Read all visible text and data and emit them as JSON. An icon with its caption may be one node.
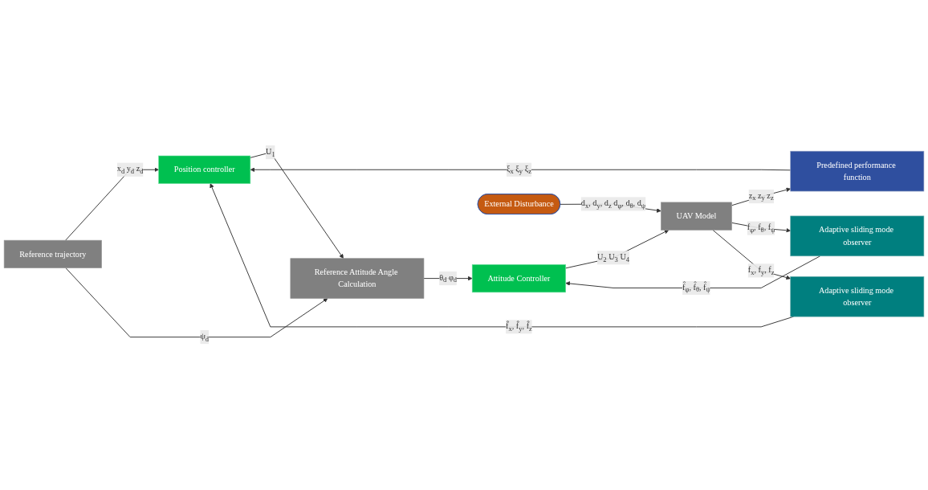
{
  "diagram": {
    "nodes": [
      {
        "text": [
          "Reference trajectory"
        ]
      },
      {
        "text": [
          "Predefined performance function"
        ]
      },
      {
        "text": [
          "Position controller"
        ]
      },
      {
        "text": [
          "Reference Attitude Angle Calculation"
        ]
      },
      {
        "text": [
          "Attitude Controller"
        ]
      },
      {
        "text": [
          "UAV Model"
        ]
      },
      {
        "text": [
          "Adaptive sliding mode observer"
        ]
      },
      {
        "text": [
          "Adaptive sliding mode observer"
        ]
      },
      {
        "text": [
          "External Disturbance"
        ]
      }
    ],
    "edges": [
      {
        "from": 0,
        "to": 2,
        "arrow": "to",
        "label": "x$_{d}$ y$_{d}$ z$_{d}$"
      },
      {
        "from": 1,
        "to": 2,
        "arrow": "to",
        "label": "ξ$_{x}$ ξ$_{y}$ ξ$_{z}$"
      },
      {
        "from": 2,
        "to": 3,
        "arrow": "to",
        "label": "U$_{1}$"
      },
      {
        "from": 0,
        "to": 3,
        "arrow": "to",
        "label": "ψ$_{d}$"
      },
      {
        "from": 3,
        "to": 4,
        "arrow": "to",
        "label": "θ$_{d}$ φ$_{d}$"
      },
      {
        "from": 4,
        "to": 5,
        "arrow": "to",
        "label": "U$_{2}$ U$_{3}$ U$_{4}$"
      },
      {
        "from": 5,
        "to": 1,
        "arrow": "to",
        "label": "z$_{x}$ z$_{y}$ z$_{z}$"
      },
      {
        "from": 6,
        "to": 2,
        "arrow": "to",
        "label": "f̂$_{x}$, f̂$_{y}$, f̂$_{z}$"
      },
      {
        "from": 7,
        "to": 4,
        "arrow": "to",
        "label": "f̂$_{φ}$, f̂$_{θ}$, f̂$_{ψ}$"
      },
      {
        "from": 8,
        "to": 5,
        "arrow": "to",
        "label": "d$_{x}$, d$_{y}$, d$_{z}$ d$_{φ}$, d$_{θ}$, d$_{ψ}$"
      },
      {
        "from": 5,
        "to": 7,
        "arrow": "to",
        "label": "f$_{φ}$, f$_{θ}$, f$_{ψ}$"
      },
      {
        "from": 5,
        "to": 6,
        "arrow": "to",
        "label": "f$_{x}$, f$_{y}$, f$_{z}$"
      }
    ]
  }
}
